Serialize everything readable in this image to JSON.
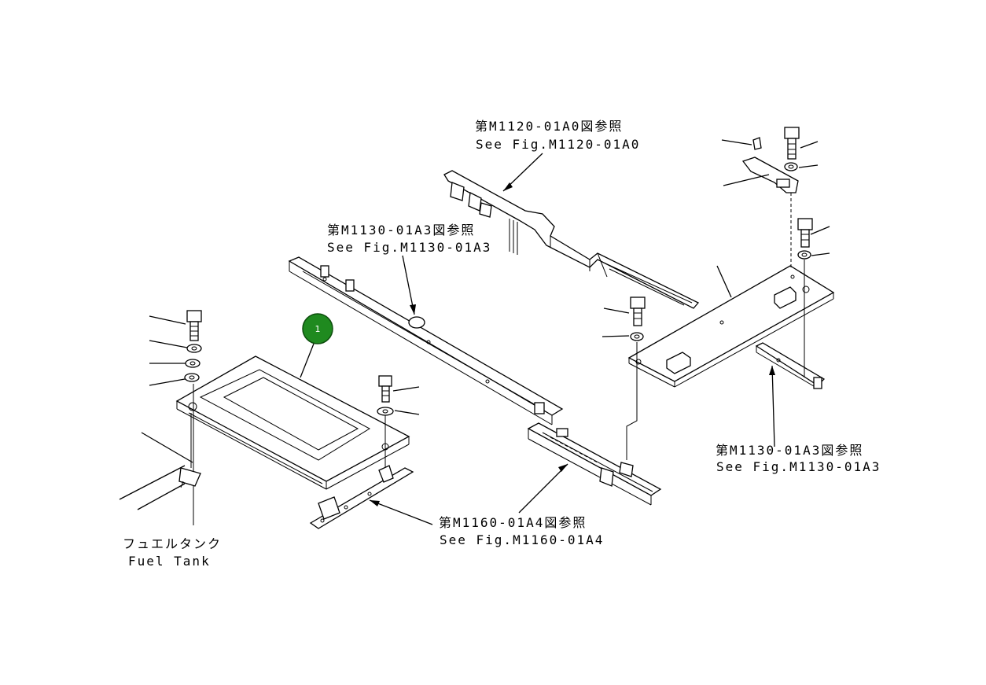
{
  "callouts": [
    {
      "number": "1",
      "color": "#1f8a1f"
    }
  ],
  "labels": {
    "m1120_jp": "第M1120-01A0図参照",
    "m1120_en": "See Fig.M1120-01A0",
    "m1130_top_jp": "第M1130-01A3図参照",
    "m1130_top_en": "See Fig.M1130-01A3",
    "m1130_right_jp": "第M1130-01A3図参照",
    "m1130_right_en": "See Fig.M1130-01A3",
    "m1160_jp": "第M1160-01A4図参照",
    "m1160_en": "See Fig.M1160-01A4",
    "fuel_tank_jp": "フュエルタンク",
    "fuel_tank_en": "Fuel Tank"
  }
}
